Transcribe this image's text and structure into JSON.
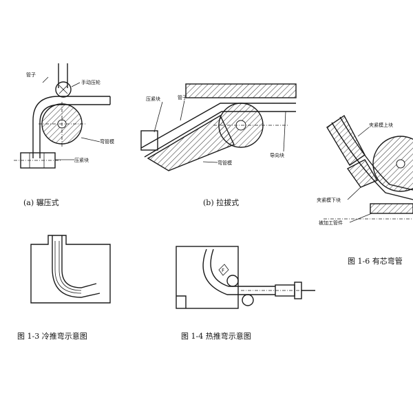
{
  "figures": [
    {
      "id": "a",
      "caption": "(a) 辗压式",
      "labels": {
        "pipe": "管子",
        "roller": "手动压轮",
        "die": "弯管模",
        "clamp": "压紧块"
      }
    },
    {
      "id": "b",
      "caption": "(b) 拉拔式",
      "labels": {
        "press_block": "压紧块",
        "pipe": "管子",
        "die": "弯管模",
        "guide": "导向块"
      }
    },
    {
      "id": "1-6",
      "caption": "图 1-6 有芯弯管",
      "labels": {
        "upper_clamp": "夹紧模上块",
        "lower_clamp": "夹紧模下块",
        "workpiece": "被加工管件"
      }
    },
    {
      "id": "1-3",
      "caption": "图 1-3 冷推弯示意图"
    },
    {
      "id": "1-4",
      "caption": "图 1-4 热推弯示意图",
      "labels": {
        "mark": "F"
      }
    }
  ],
  "colors": {
    "ink": "#1a1a1a",
    "background": "#ffffff"
  }
}
